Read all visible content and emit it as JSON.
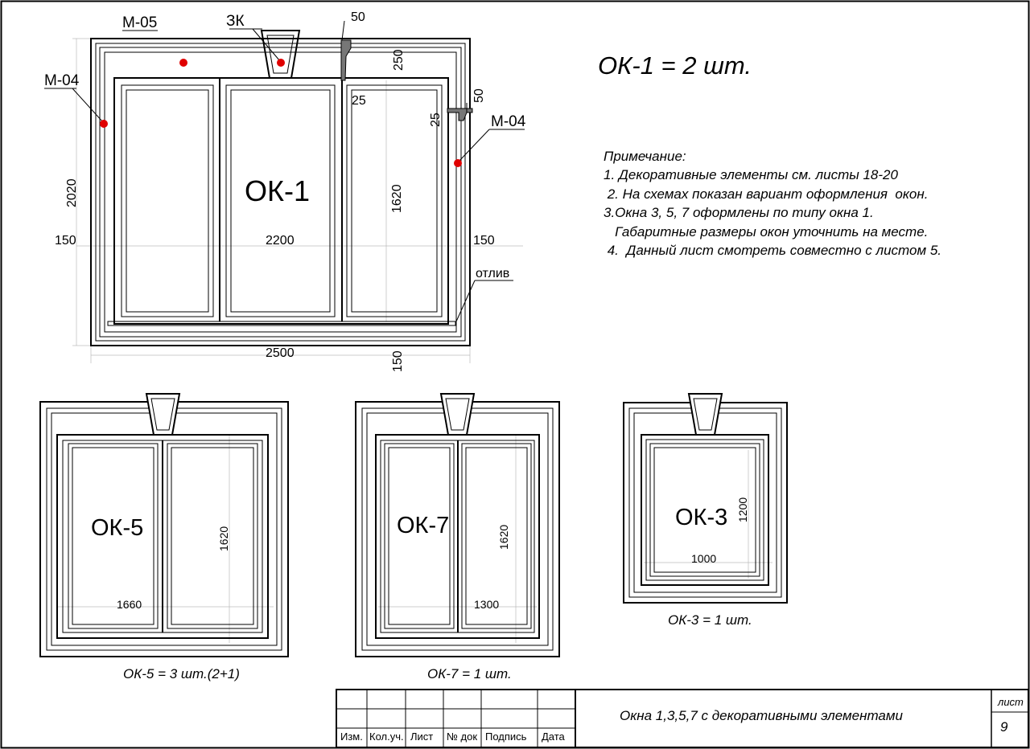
{
  "sheet_title": "ОК-1 = 2 шт.",
  "notes": {
    "heading": "Примечание:",
    "items": [
      "1. Декоративные элементы см. листы 18-20",
      " 2. На схемах показан вариант оформления  окон.",
      "3.Окна 3, 5, 7 оформлены по типу окна 1.",
      "   Габаритные размеры окон уточнить на месте.",
      " 4.  Данный лист смотреть совместно с листом 5."
    ]
  },
  "ok1": {
    "label": "ОК-1",
    "callouts": {
      "m05": "М-05",
      "zk": "ЗК",
      "m04_left": "М-04",
      "m04_right": "М-04",
      "otliv": "отлив"
    },
    "dims": {
      "d50_top": "50",
      "d250": "250",
      "d25_a": "25",
      "d25_b": "25",
      "d50_right": "50",
      "d2020": "2020",
      "d1620": "1620",
      "d150_left": "150",
      "d150_right": "150",
      "d2200": "2200",
      "d2500": "2500",
      "d150_bottom": "150"
    },
    "marker_color": "#e00000"
  },
  "ok5": {
    "label": "ОК-5",
    "height": "1620",
    "width": "1660",
    "caption": "ОК-5 = 3 шт.(2+1)"
  },
  "ok7": {
    "label": "ОК-7",
    "height": "1620",
    "width": "1300",
    "caption": "ОК-7 = 1 шт."
  },
  "ok3": {
    "label": "ОК-3",
    "height": "1200",
    "width": "1000",
    "caption": "ОК-3 = 1 шт."
  },
  "title_block": {
    "headers": [
      "Изм.",
      "Кол.уч.",
      "Лист",
      "№ док",
      "Подпись",
      "Дата"
    ],
    "title": "Окна 1,3,5,7  с декоративными элементами",
    "sheet_label": "лист",
    "sheet_number": "9"
  }
}
